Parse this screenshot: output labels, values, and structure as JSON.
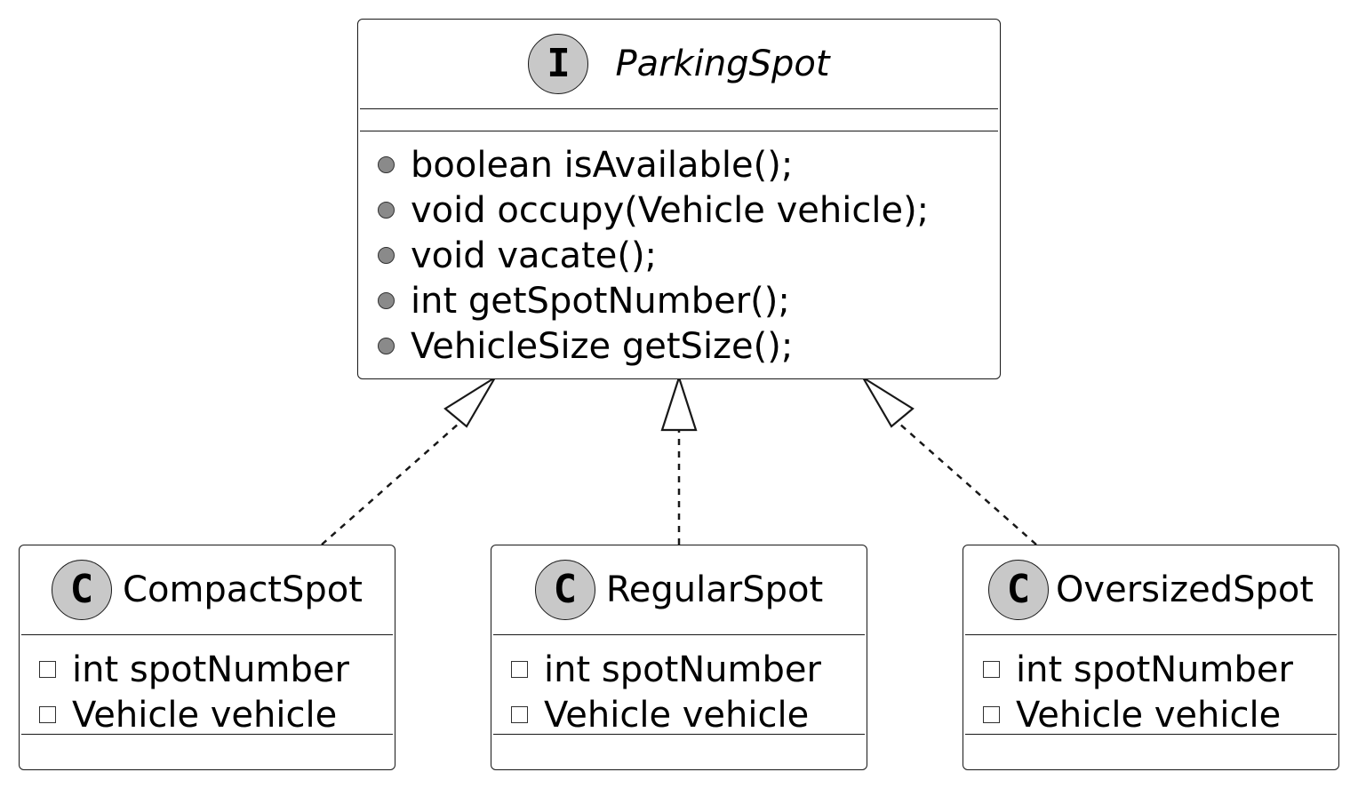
{
  "interface": {
    "stereotype": "I",
    "name": "ParkingSpot",
    "methods": [
      "boolean isAvailable();",
      "void occupy(Vehicle vehicle);",
      "void vacate();",
      "int getSpotNumber();",
      "VehicleSize getSize();"
    ]
  },
  "classes": [
    {
      "stereotype": "C",
      "name": "CompactSpot",
      "fields": [
        "int spotNumber",
        "Vehicle vehicle"
      ]
    },
    {
      "stereotype": "C",
      "name": "RegularSpot",
      "fields": [
        "int spotNumber",
        "Vehicle vehicle"
      ]
    },
    {
      "stereotype": "C",
      "name": "OversizedSpot",
      "fields": [
        "int spotNumber",
        "Vehicle vehicle"
      ]
    }
  ],
  "relations": [
    {
      "type": "realization",
      "from": "CompactSpot",
      "to": "ParkingSpot"
    },
    {
      "type": "realization",
      "from": "RegularSpot",
      "to": "ParkingSpot"
    },
    {
      "type": "realization",
      "from": "OversizedSpot",
      "to": "ParkingSpot"
    }
  ],
  "colors": {
    "badge_fill": "#c8c8c8",
    "method_dot": "#8a8a8a",
    "line": "#181818",
    "background": "#ffffff"
  }
}
